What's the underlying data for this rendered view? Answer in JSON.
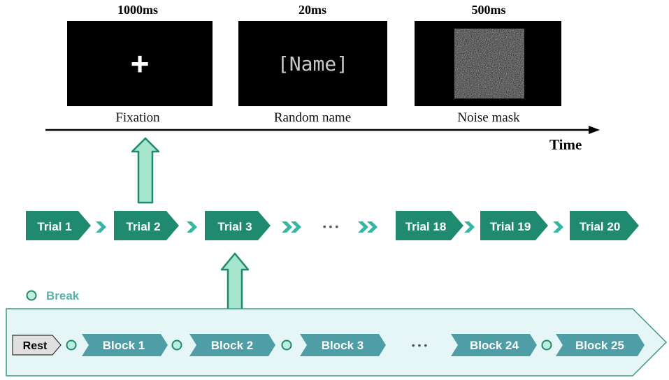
{
  "stimuli": [
    {
      "duration": "1000ms",
      "content": "+",
      "caption": "Fixation"
    },
    {
      "duration": "20ms",
      "content": "[Name]",
      "caption": "Random name"
    },
    {
      "duration": "500ms",
      "content": "",
      "caption": "Noise mask"
    }
  ],
  "time_label": "Time",
  "trials": [
    "Trial 1",
    "Trial 2",
    "Trial 3",
    "Trial 18",
    "Trial 19",
    "Trial 20"
  ],
  "trial_ellipsis": "• • •",
  "legend": {
    "label": "Break"
  },
  "blocks": {
    "rest_label": "Rest",
    "items": [
      "Block 1",
      "Block 2",
      "Block 3",
      "Block 24",
      "Block 25"
    ],
    "ellipsis": "• • •"
  },
  "colors": {
    "trial": "#1f8a70",
    "block": "#4f9ea6",
    "up_arrow_fill": "#a6e6cf",
    "up_arrow_stroke": "#1f8a70",
    "panel_bg": "#e6f6f6",
    "panel_stroke": "#3c9a86",
    "break_dot_fill": "#bfeedd",
    "break_label": "#5ab3aa",
    "chevron": "#35b7a4",
    "rest_fill": "#e0e0e0"
  }
}
